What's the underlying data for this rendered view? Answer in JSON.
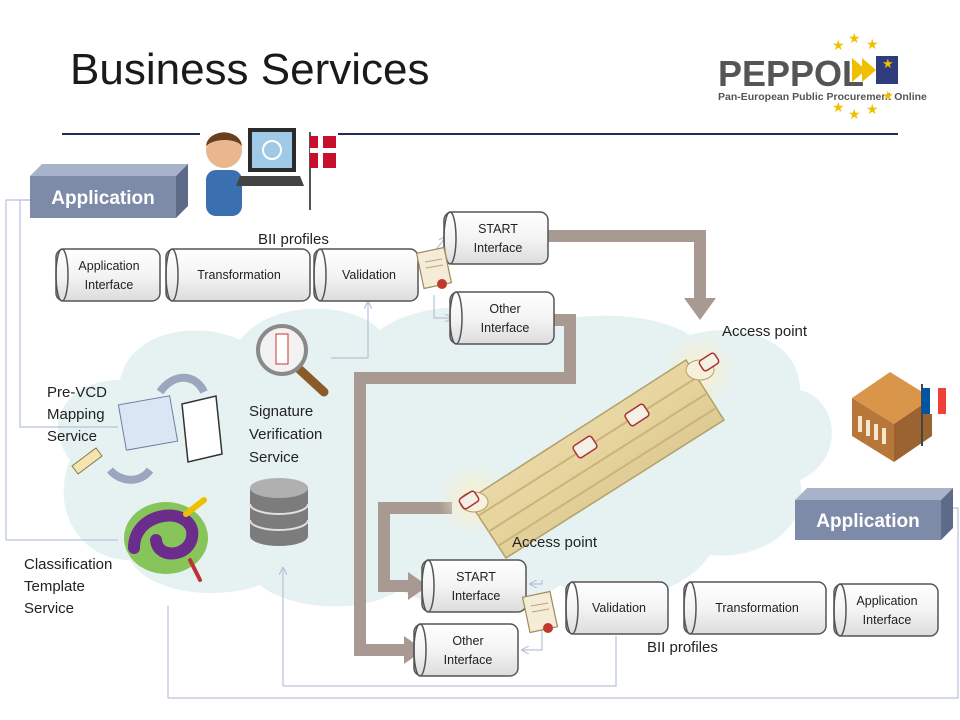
{
  "slide": {
    "title": "Business Services",
    "logo": {
      "name": "PEPPOL",
      "subtitle": "Pan-European Public Procurement Online"
    }
  },
  "top": {
    "application_label": "Application",
    "bii_profiles": "BII profiles",
    "cylinders": {
      "app_interface": [
        "Application",
        "Interface"
      ],
      "transformation": "Transformation",
      "validation": "Validation",
      "start_interface": [
        "START",
        "Interface"
      ],
      "other_interface": [
        "Other",
        "Interface"
      ]
    }
  },
  "bottom": {
    "application_label": "Application",
    "bii_profiles": "BII profiles",
    "cylinders": {
      "start_interface": [
        "START",
        "Interface"
      ],
      "other_interface": [
        "Other",
        "Interface"
      ],
      "validation": "Validation",
      "transformation": "Transformation",
      "app_interface": [
        "Application",
        "Interface"
      ]
    }
  },
  "access_points": {
    "upper": "Access point",
    "lower": "Access point"
  },
  "services": {
    "pre_vcd": [
      "Pre-VCD",
      "Mapping",
      "Service"
    ],
    "signature": [
      "Signature",
      "Verification",
      "Service"
    ],
    "classification": [
      "Classification",
      "Template",
      "Service"
    ]
  },
  "colors": {
    "app_box": "#7d8aa8",
    "cylinder_fill": "#f2f2f2",
    "cylinder_stroke": "#555555",
    "cloud": "#e6f2f2",
    "fat_arrow": "#a89a92",
    "thin_line": "#b7c2dc",
    "rule_line": "#1f2a5e"
  },
  "icons": [
    "user-laptop-icon",
    "denmark-flag-icon",
    "certificate-icon",
    "magnifier-icon",
    "database-icon",
    "document-mapping-icon",
    "classification-swirl-icon",
    "building-icon",
    "france-flag-icon",
    "peppol-stars-icon"
  ]
}
